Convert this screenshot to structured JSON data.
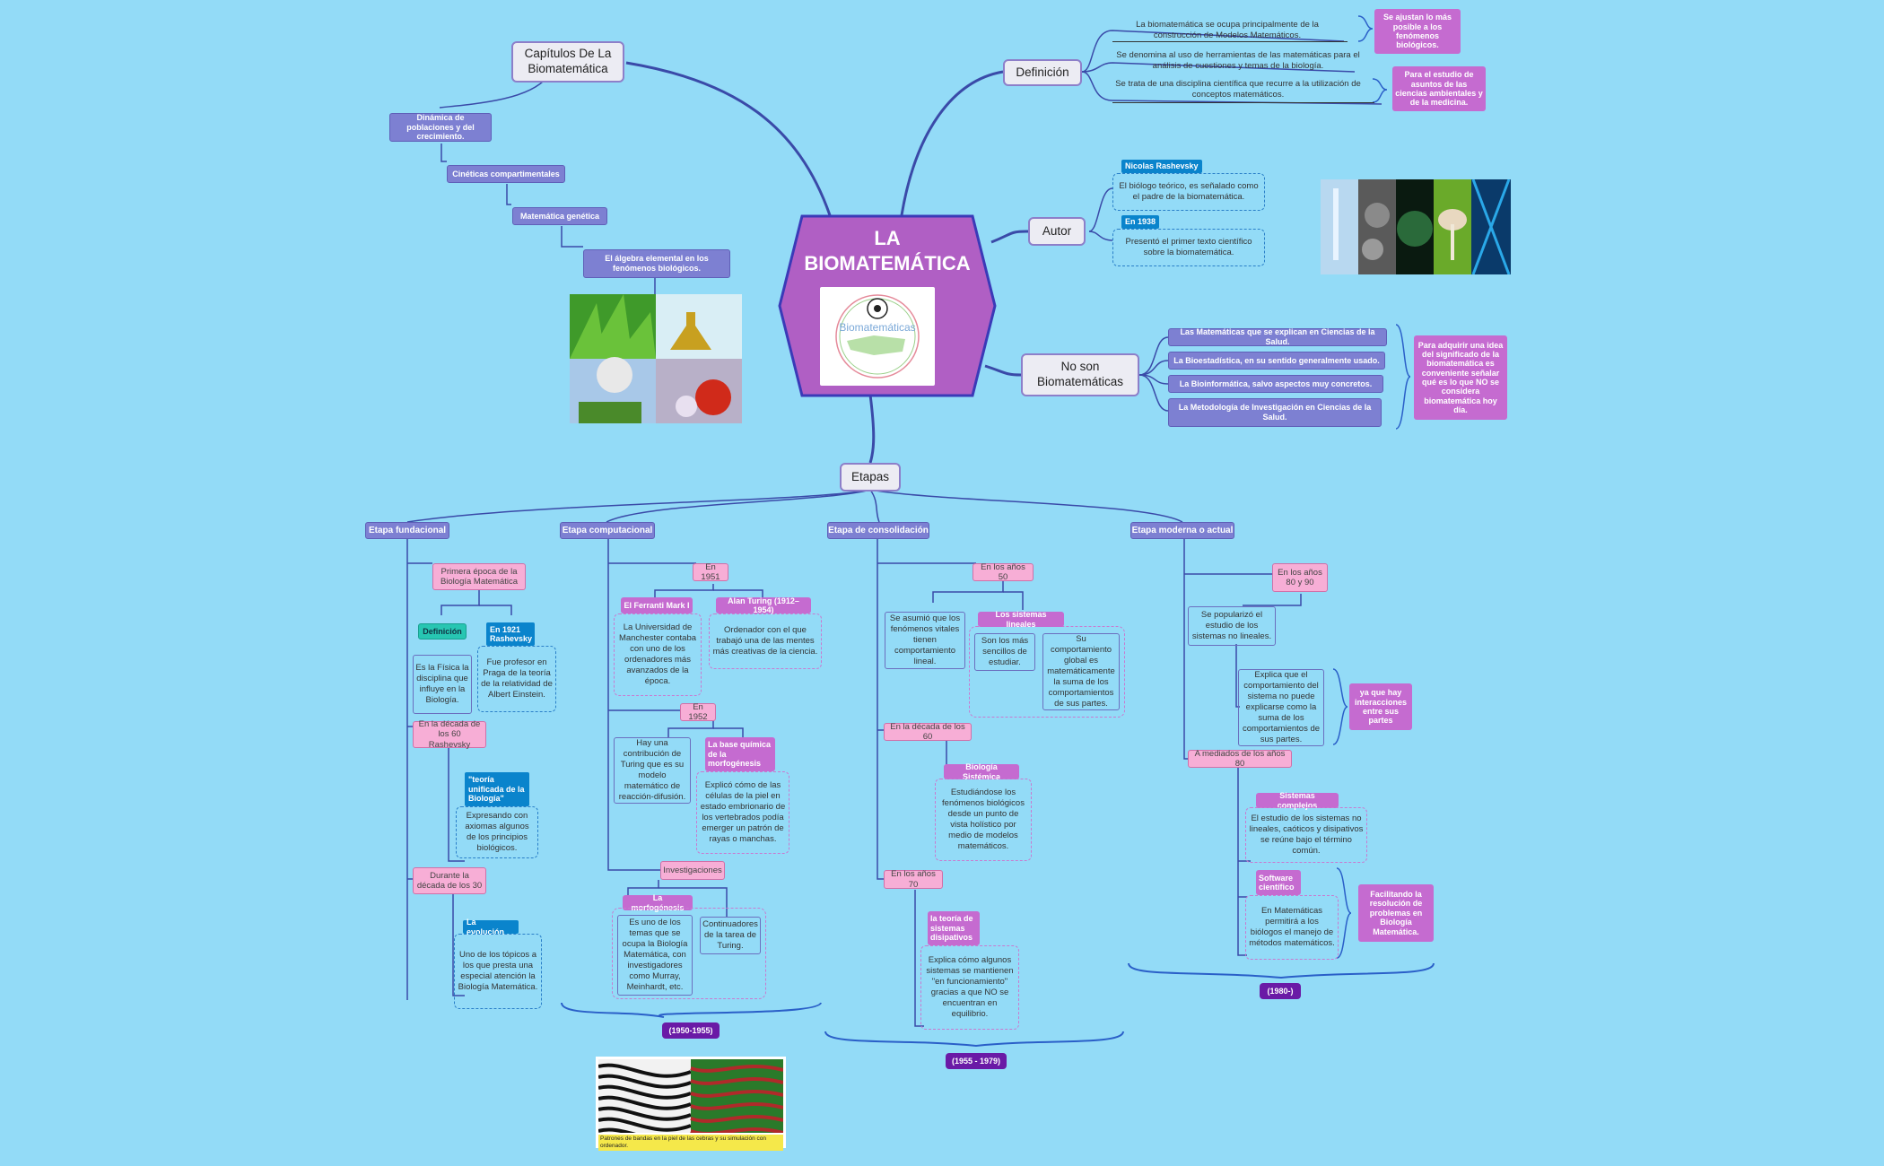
{
  "center": {
    "title": "LA BIOMATEMÁTICA",
    "logo_text": "Biomatemáticas"
  },
  "capitulos": {
    "title": "Capítulos De La Biomatemática",
    "items": [
      "Dinámica de poblaciones y del crecimiento.",
      "Cinéticas compartimentales",
      "Matemática genética",
      "El álgebra elemental en los fenómenos biológicos."
    ]
  },
  "definicion": {
    "title": "Definición",
    "items": [
      "La biomatemática se ocupa principalmente de la construcción de Modelos Matemáticos.",
      "Se denomina al uso de herramientas de las matemáticas para el análisis de cuestiones y temas de la biología.",
      "Se trata de una disciplina científica que recurre a la utilización de conceptos matemáticos."
    ],
    "notes": [
      "Se ajustan lo más posible a los fenómenos biológicos.",
      "Para el estudio de asuntos de las ciencias ambientales y de la medicina."
    ]
  },
  "autor": {
    "title": "Autor",
    "items": [
      {
        "label": "Nicolas Rashevsky",
        "text": "El biólogo teórico, es señalado como el padre de la biomatemática."
      },
      {
        "label": "En 1938",
        "text": "Presentó el primer texto científico sobre la biomatemática."
      }
    ]
  },
  "noson": {
    "title": "No son Biomatemáticas",
    "items": [
      "Las Matemáticas que se explican en Ciencias de la Salud.",
      "La Bioestadística, en su sentido generalmente usado.",
      "La Bioinformática, salvo aspectos muy concretos.",
      "La Metodología de Investigación en Ciencias de la Salud."
    ],
    "note": "Para adquirir una idea del significado de la biomatemática es conveniente  señalar qué es lo que NO se considera biomatemática hoy día."
  },
  "etapas": {
    "title": "Etapas"
  },
  "fundacional": {
    "title": "Etapa fundacional",
    "primera": "Primera época de la Biología Matemática",
    "def_label": "Definición",
    "def_text": "Es la Física la disciplina que influye en la Biología.",
    "r1921_label": "En 1921 Rashevsky",
    "r1921_text": "Fue profesor en Praga de la teoría de la relatividad de Albert Einstein.",
    "decada60": "En la década de los 60 Rashevsky",
    "teoria_label": "\"teoría unificada de la Biología\"",
    "teoria_text": "Expresando con axiomas algunos de los principios biológicos.",
    "decada30": "Durante la década de los 30",
    "evol_label": "La evolución",
    "evol_text": "Uno de los tópicos a los que presta una especial atención la Biología Matemática."
  },
  "computacional": {
    "title": "Etapa computacional",
    "y1951": "En 1951",
    "ferranti_label": "El Ferranti Mark I",
    "ferranti_text": "La Universidad de Manchester contaba con uno de los ordenadores más avanzados de la época.",
    "turing_label": "Alan Turing (1912–1954)",
    "turing_text": "Ordenador con el que trabajó una de las mentes más creativas de la ciencia.",
    "y1952": "En 1952",
    "contrib": "Hay una contribución de Turing que es su modelo matemático de reacción-difusión.",
    "base_label": "La base química de la morfogénesis",
    "base_text": "Explicó cómo de las células de la piel en estado embrionario de los vertebrados podía emerger un patrón de rayas o manchas.",
    "invest": "Investigaciones",
    "morfo_label": "La morfogénesis",
    "morfo_text": "Es uno de los temas que se ocupa la Biología Matemática, con investigadores como Murray, Meinhardt, etc.",
    "continuadores": "Continuadores de la tarea de Turing.",
    "date": "(1950-1955)",
    "caption": "Patrones de bandas en la piel de las cebras y su simulación con ordenador."
  },
  "consolidacion": {
    "title": "Etapa de consolidación",
    "anos50": "En los años 50",
    "asumio": "Se asumió que los fenómenos vitales tienen comportamiento lineal.",
    "sist_label": "Los sistemas lineales",
    "sencillos": "Son los más sencillos de estudiar.",
    "comport": "Su comportamiento global es matemáticamente la suma de los comportamientos de sus partes.",
    "decada60": "En la década de los 60",
    "biosis_label": "Biología Sistémica",
    "biosis_text": "Estudiándose los fenómenos biológicos desde un punto de vista holístico por medio de modelos matemáticos.",
    "anos70": "En los años 70",
    "teoria_label": "la teoría de sistemas disipativos",
    "teoria_text": "Explica cómo algunos sistemas se mantienen \"en funcionamiento\" gracias a que NO se encuentran en equilibrio.",
    "date": "(1955 - 1979)"
  },
  "moderna": {
    "title": "Etapa moderna o actual",
    "anos80": "En los años 80 y 90",
    "popularizo": "Se popularizó el estudio de los sistemas no lineales.",
    "explica": "Explica que el comportamiento del sistema no puede explicarse como la suma de los comportamientos de sus partes.",
    "interacciones": "ya que hay interacciones entre sus partes",
    "mediados80": "A mediados de los años 80",
    "complejos_label": "Sistemas complejos",
    "complejos_text": "El estudio de los sistemas no lineales, caóticos y disipativos se reúne bajo el término común.",
    "software_label": "Software científico",
    "software_text": "En Matemáticas permitirá a los biólogos el manejo de métodos matemáticos.",
    "facilitando": "Facilitando la resolución de problemas en Biología Matemática.",
    "date": "(1980-)"
  },
  "colors": {
    "background": "#93dbf7",
    "center_fill": "#b05fc4",
    "sub_nodes": "#7d80d2",
    "pink": "#f7aed6",
    "magenta": "#c56bd0",
    "blue_tag": "#0a84cc",
    "date": "#6a1aa6",
    "lines": "#3a4aa8"
  },
  "icons": {
    "logo": "biohazard-icon"
  }
}
